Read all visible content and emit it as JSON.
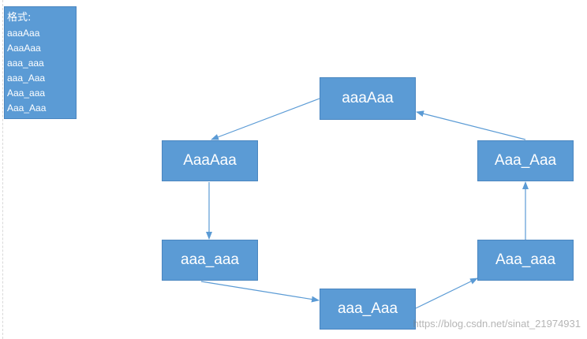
{
  "legend": {
    "title": "格式:",
    "items": [
      "aaaAaa",
      "AaaAaa",
      "aaa_aaa",
      "aaa_Aaa",
      "Aaa_aaa",
      "Aaa_Aaa"
    ]
  },
  "nodes": {
    "top": "aaaAaa",
    "left1": "AaaAaa",
    "left2": "aaa_aaa",
    "bottom": "aaa_Aaa",
    "right2": "Aaa_aaa",
    "right1": "Aaa_Aaa"
  },
  "flow_order": [
    "aaaAaa",
    "AaaAaa",
    "aaa_aaa",
    "aaa_Aaa",
    "Aaa_aaa",
    "Aaa_Aaa"
  ],
  "watermark": "https://blog.csdn.net/sinat_21974931",
  "colors": {
    "box_fill": "#5b9bd5",
    "box_border": "#4a86c0",
    "arrow": "#5b9bd5",
    "text": "#ffffff"
  }
}
